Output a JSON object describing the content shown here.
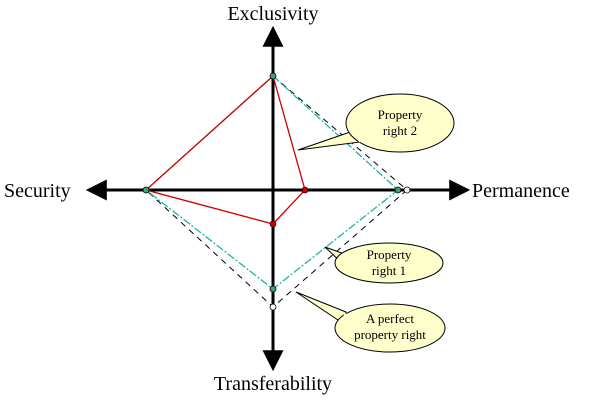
{
  "axes": {
    "top": "Exclusivity",
    "left": "Security",
    "right": "Permanence",
    "bottom": "Transferability"
  },
  "callouts": [
    {
      "id": "property-right-2",
      "lines": [
        "Property",
        "right 2"
      ]
    },
    {
      "id": "property-right-1",
      "lines": [
        "Property",
        "right 1"
      ]
    },
    {
      "id": "perfect-property-right",
      "lines": [
        "A perfect",
        "property right"
      ]
    }
  ],
  "colors": {
    "axis": "#000000",
    "property_right_1": "#20b2aa",
    "property_right_2": "#cc0000",
    "perfect_property_right": "#000000",
    "bubble_fill": "#ffffcc",
    "bubble_stroke": "#000000"
  },
  "line_styles": {
    "property_right_1": "dash-dot",
    "property_right_2": "solid",
    "perfect_property_right": "dashed"
  }
}
